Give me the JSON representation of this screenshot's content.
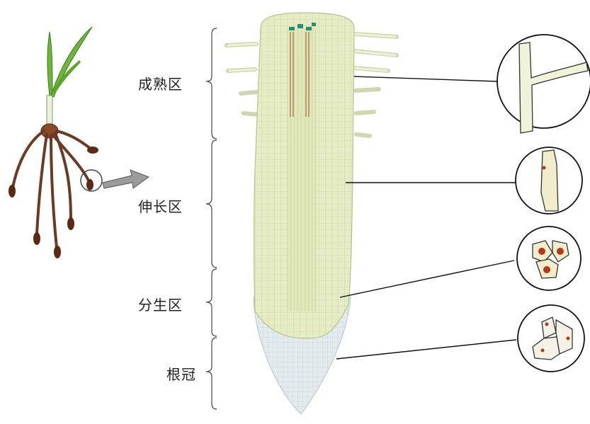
{
  "zones": [
    {
      "id": "maturation",
      "label": "成熟区"
    },
    {
      "id": "elongation",
      "label": "伸长区"
    },
    {
      "id": "meristem",
      "label": "分生区"
    },
    {
      "id": "root-cap",
      "label": "根冠"
    }
  ],
  "colors": {
    "root_tissue": "#e6ecc6",
    "root_cell_lines": "#c9d49c",
    "root_cap": "#e3ebee",
    "root_hair": "#eef2d6",
    "seedling_leaf": "#6fb53a",
    "seedling_root": "#6b3a22",
    "cell_nucleus": "#b5361b",
    "callout_line": "#111111",
    "arrow_fill": "#9b9b9b"
  }
}
